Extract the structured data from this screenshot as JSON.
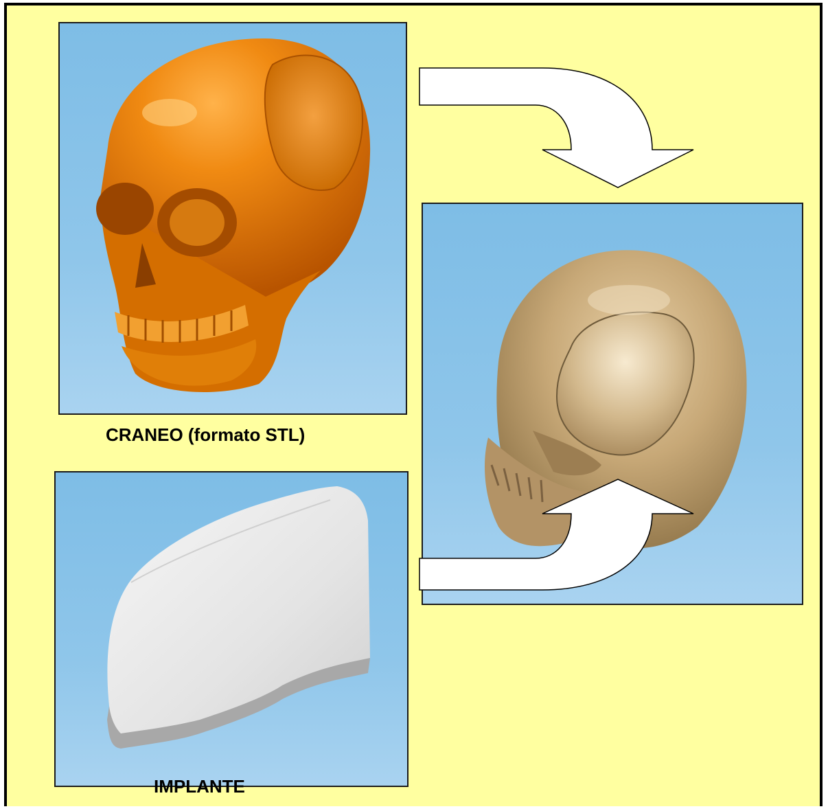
{
  "captions": {
    "skull": "CRANEO (formato STL)",
    "implant": "IMPLANTE"
  },
  "images": {
    "skull": "orange-skull-with-defect",
    "implant": "gray-cranial-implant",
    "result": "beige-skull-with-implant"
  },
  "colors": {
    "background": "#ffffa0",
    "skull": "#e97900",
    "implant": "#e6e6e6",
    "result": "#c8aa78",
    "panel_sky": "#8fc6ea"
  }
}
